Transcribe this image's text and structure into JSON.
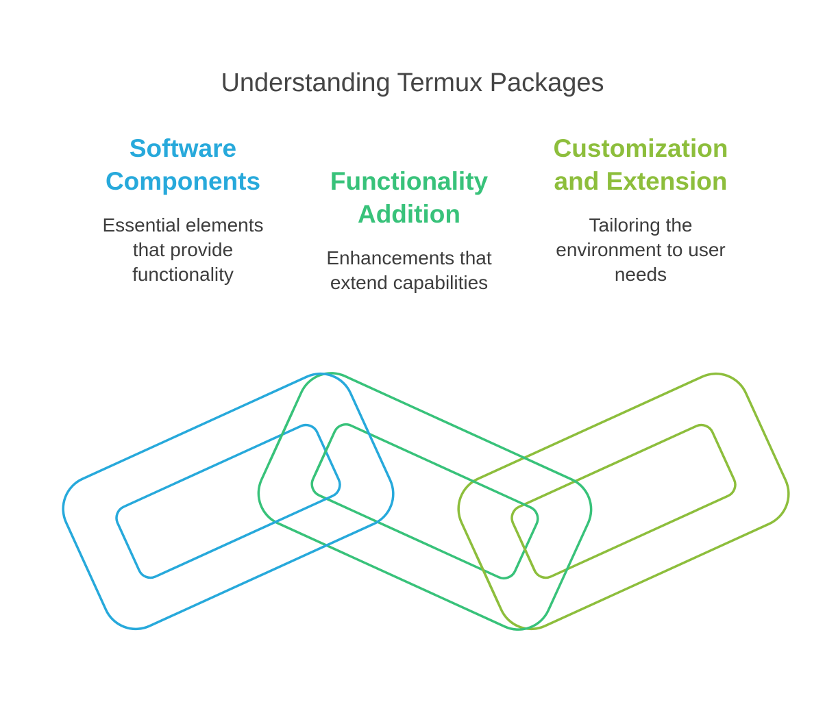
{
  "title": "Understanding Termux Packages",
  "colors": {
    "blue": "#27A9DB",
    "teal": "#38C27A",
    "green": "#8DBE3C",
    "text": "#3d3d3d"
  },
  "items": [
    {
      "title": "Software\nComponents",
      "description": "Essential elements\nthat provide\nfunctionality",
      "color": "#27A9DB",
      "icon": "chain-link-icon"
    },
    {
      "title": "Functionality\nAddition",
      "description": "Enhancements that\nextend capabilities",
      "color": "#38C27A",
      "icon": "chain-link-icon"
    },
    {
      "title": "Customization\nand Extension",
      "description": "Tailoring the\nenvironment to user\nneeds",
      "color": "#8DBE3C",
      "icon": "chain-link-icon"
    }
  ]
}
